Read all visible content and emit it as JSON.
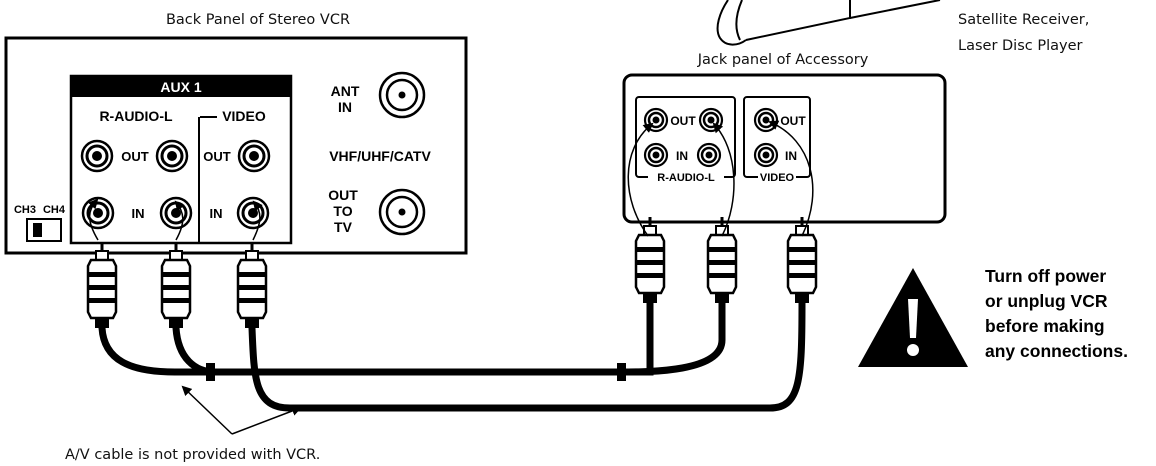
{
  "labels": {
    "vcr_title": "Back Panel of Stereo VCR",
    "accessory_title": "Jack panel of Accessory",
    "accessory_list_line1": "Satellite Receiver,",
    "accessory_list_line2": "Laser Disc Player",
    "cable_note": "A/V  cable is not provided with VCR."
  },
  "vcr_panel": {
    "aux": "AUX 1",
    "audio": "R-AUDIO-L",
    "video": "VIDEO",
    "out": "OUT",
    "in": "IN",
    "ant_in_1": "ANT",
    "ant_in_2": "IN",
    "vhf": "VHF/UHF/CATV",
    "out_to_tv_1": "OUT",
    "out_to_tv_2": "TO",
    "out_to_tv_3": "TV",
    "ch3": "CH3",
    "ch4": "CH4"
  },
  "accessory_panel": {
    "out": "OUT",
    "in": "IN",
    "audio": "R-AUDIO-L",
    "video": "VIDEO"
  },
  "warning": {
    "line1": "Turn off power",
    "line2": "or unplug VCR",
    "line3": "before making",
    "line4": "any connections."
  }
}
